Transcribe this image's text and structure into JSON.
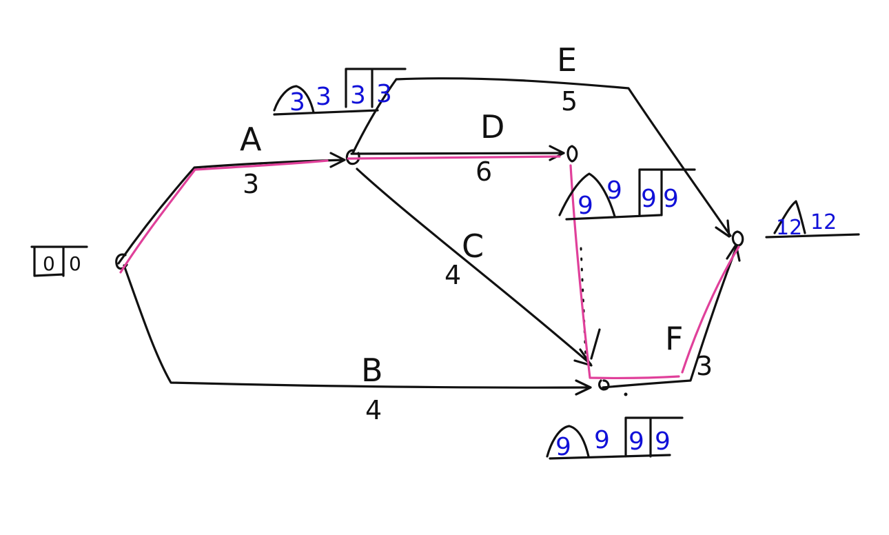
{
  "activities": {
    "a": {
      "name": "A",
      "duration": "3"
    },
    "b": {
      "name": "B",
      "duration": "4"
    },
    "c": {
      "name": "C",
      "duration": "4"
    },
    "d": {
      "name": "D",
      "duration": "6"
    },
    "e": {
      "name": "E",
      "duration": "5"
    },
    "f": {
      "name": "F",
      "duration": "3"
    }
  },
  "nodes": {
    "start": {
      "box_left": "0",
      "box_right": "0"
    },
    "n2": {
      "tri_left": "3",
      "tri_right": "3",
      "box_left": "3",
      "box_right": "3"
    },
    "n3": {
      "tri_left": "9",
      "tri_right": "9",
      "box_left": "9",
      "box_right": "9"
    },
    "n4": {
      "tri_left": "9",
      "tri_right": "9",
      "box_left": "9",
      "box_right": "9"
    },
    "end": {
      "tri_left": "12",
      "tri_right": "12"
    }
  },
  "colors": {
    "ink": "#111111",
    "critical_path": "#e0409a",
    "annotation": "#1010d8"
  }
}
